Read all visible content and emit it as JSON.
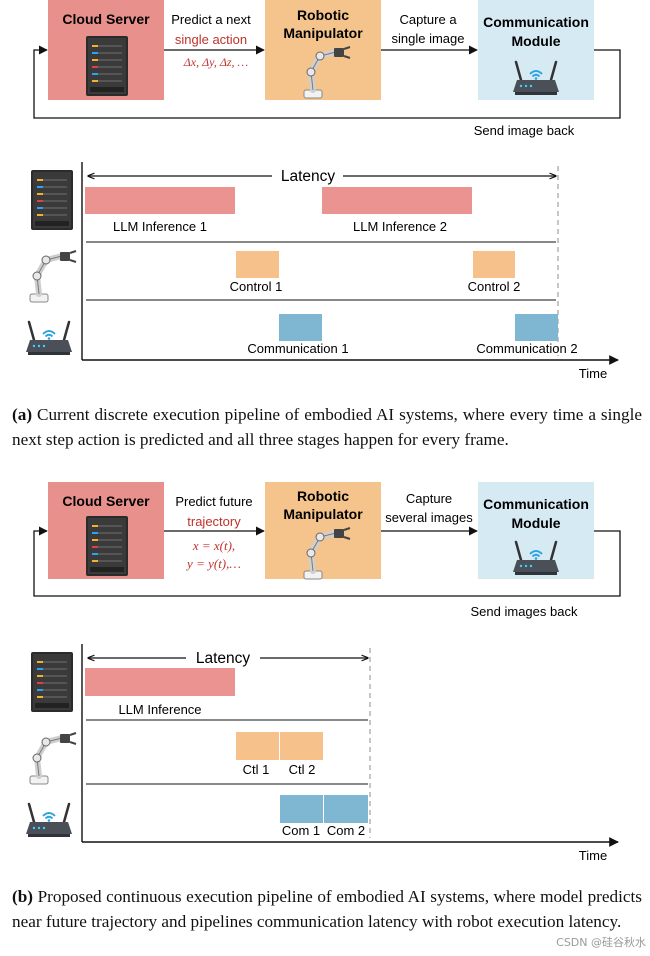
{
  "colors": {
    "cloud": "#e8908c",
    "robot": "#f5c38c",
    "comm": "#d5eaf3",
    "llm_bar": "#eb9390",
    "ctl_bar": "#f6c18a",
    "com_bar": "#7fb7d2",
    "red_text": "#c0322c",
    "dash": "#b8b8b8"
  },
  "icons": [
    "server-icon",
    "robot-arm-icon",
    "router-icon"
  ],
  "diagram_a": {
    "cloud_label": "Cloud Server",
    "predict_line1": "Predict a next",
    "predict_line2": "single action",
    "predict_math": "Δx, Δy, Δz, …",
    "robot_line1": "Robotic",
    "robot_line2": "Manipulator",
    "capture_line1": "Capture a",
    "capture_line2": "single image",
    "comm_line1": "Communication",
    "comm_line2": "Module",
    "send_back": "Send image back",
    "latency": "Latency",
    "labels": {
      "llm1": "LLM Inference 1",
      "llm2": "LLM Inference 2",
      "ctl1": "Control 1",
      "ctl2": "Control 2",
      "com1": "Communication 1",
      "com2": "Communication 2"
    },
    "time": "Time"
  },
  "caption_a": {
    "tag": "(a)",
    "text": " Current discrete execution pipeline of embodied AI systems, where every time a single next step action is predicted and all three stages happen for every frame."
  },
  "diagram_b": {
    "cloud_label": "Cloud Server",
    "predict_line1": "Predict future",
    "predict_line2": "trajectory",
    "predict_math1": "x = x(t),",
    "predict_math2": "y = y(t),…",
    "robot_line1": "Robotic",
    "robot_line2": "Manipulator",
    "capture_line1": "Capture",
    "capture_line2": "several images",
    "comm_line1": "Communication",
    "comm_line2": "Module",
    "send_back": "Send images back",
    "latency": "Latency",
    "labels": {
      "llm": "LLM Inference",
      "ctl1": "Ctl 1",
      "ctl2": "Ctl 2",
      "com1": "Com 1",
      "com2": "Com 2"
    },
    "time": "Time"
  },
  "caption_b": {
    "tag": "(b)",
    "text": " Proposed continuous execution pipeline of embodied AI systems, where model predicts near future trajectory and pipelines communication latency with robot execution latency."
  },
  "watermark": "CSDN @硅谷秋水"
}
